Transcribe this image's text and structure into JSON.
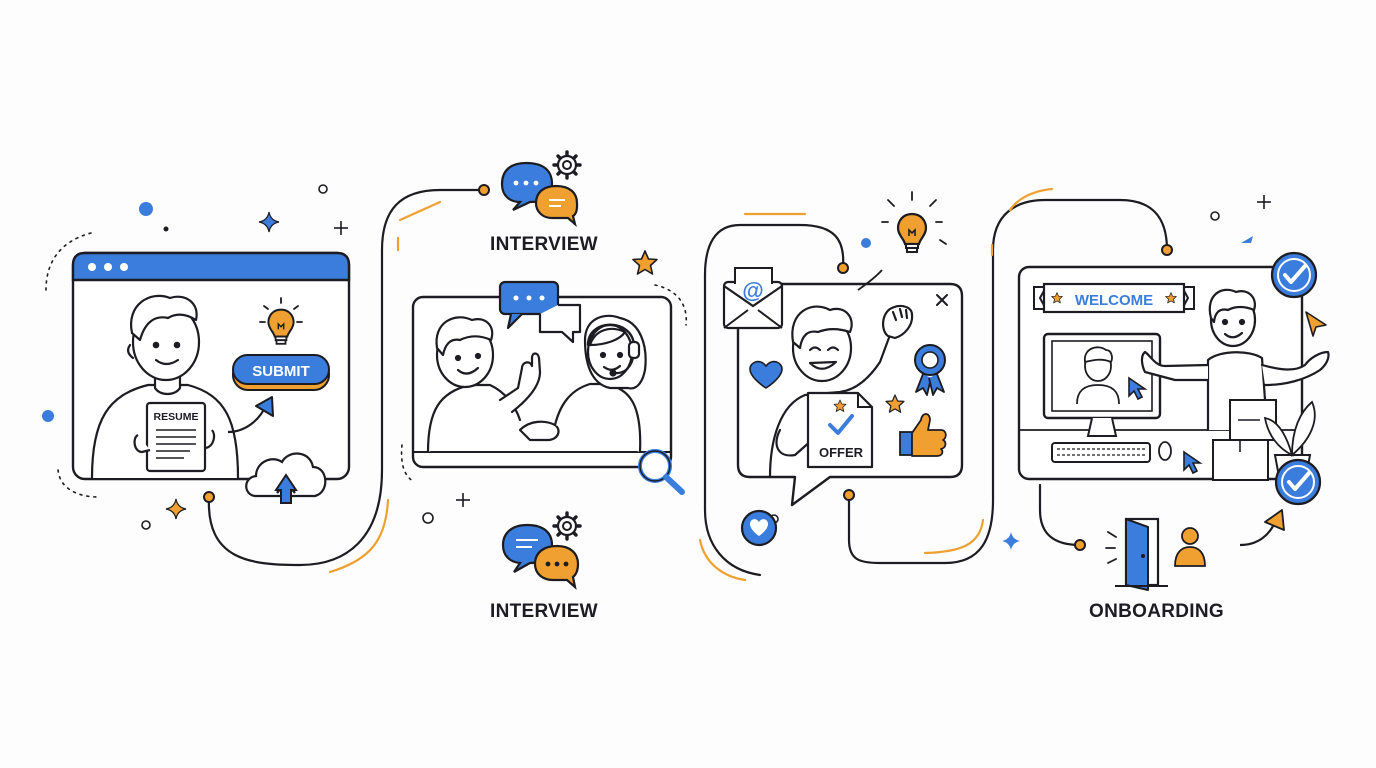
{
  "labels": {
    "interview_top": "INTERVIEW",
    "interview_bottom": "INTERVIEW",
    "onboarding": "ONBOARDING"
  },
  "apply_panel": {
    "resume_label": "RESUME",
    "submit_label": "SUBMIT"
  },
  "offer_panel": {
    "email_symbol": "@",
    "offer_label": "OFFER"
  },
  "onboarding_panel": {
    "welcome_label": "WELCOME"
  },
  "colors": {
    "primary_blue": "#3b7ddd",
    "accent_orange": "#f0a030",
    "ink": "#1c1c22"
  },
  "icons": [
    "lightbulb-icon",
    "cloud-upload-icon",
    "chat-bubble-icon",
    "gear-icon",
    "search-icon",
    "star-icon",
    "email-icon",
    "heart-icon",
    "ribbon-icon",
    "thumbs-up-icon",
    "check-circle-icon",
    "door-icon",
    "user-icon",
    "cursor-icon",
    "arrow-icon"
  ]
}
